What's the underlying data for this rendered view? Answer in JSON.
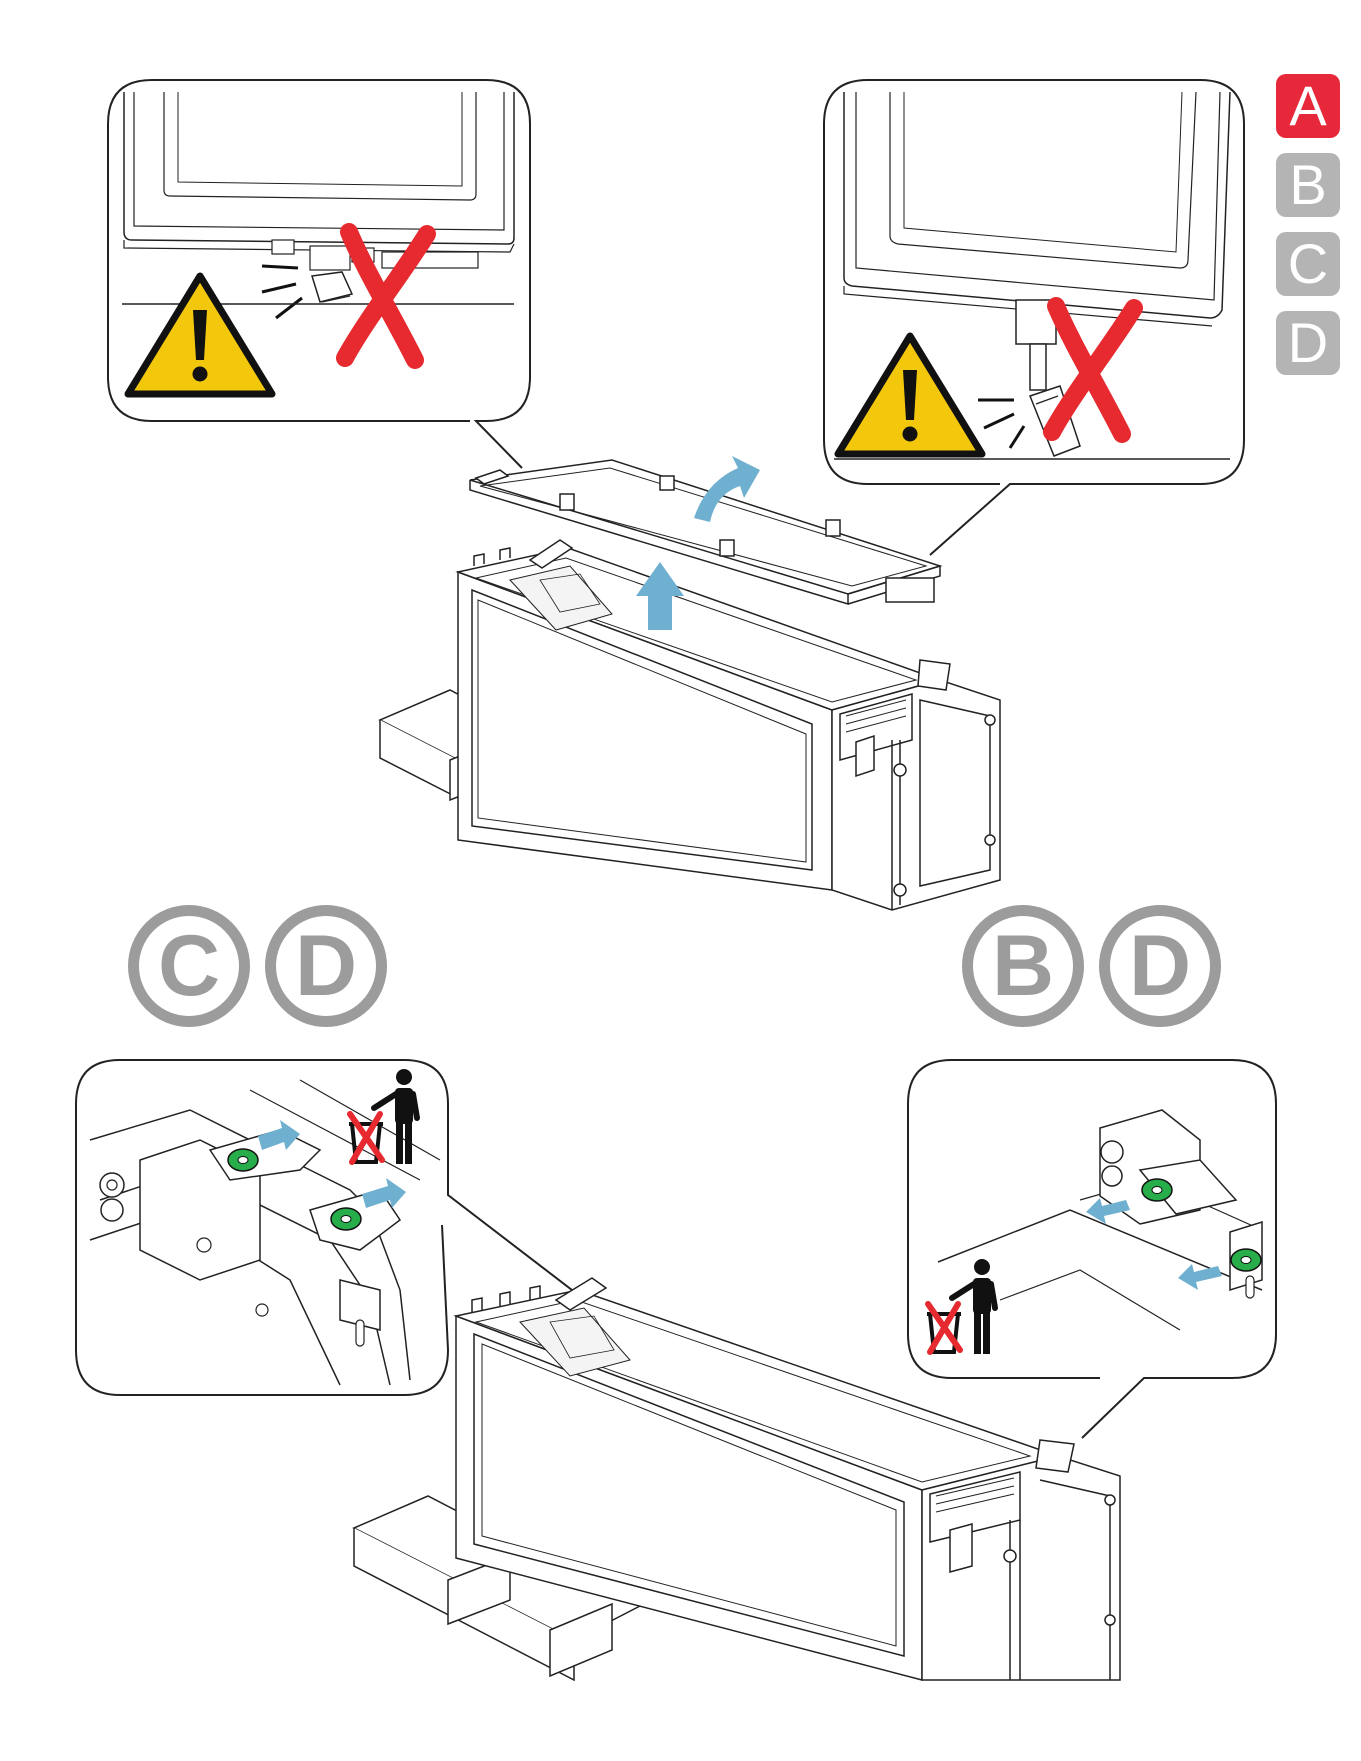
{
  "step_tabs": [
    {
      "label": "A",
      "state": "active"
    },
    {
      "label": "B",
      "state": "inactive"
    },
    {
      "label": "C",
      "state": "inactive"
    },
    {
      "label": "D",
      "state": "inactive"
    }
  ],
  "variant_badges": {
    "left": [
      "C",
      "D"
    ],
    "right": [
      "B",
      "D"
    ]
  },
  "icons": {
    "warning": "warning-triangle-icon",
    "forbidden": "red-x-icon",
    "motion": "blue-arrow-icon",
    "disposal": "no-trash-icon",
    "washer": "green-washer-icon"
  },
  "colors": {
    "tab_active": "#e6283a",
    "tab_inactive": "#b4b4b4",
    "badge": "#9c9c9c",
    "warning_yellow": "#f3c80c",
    "forbidden_red": "#e62a2f",
    "arrow_blue": "#6fb0d0",
    "washer_green": "#27ae4a",
    "line": "#222222"
  }
}
